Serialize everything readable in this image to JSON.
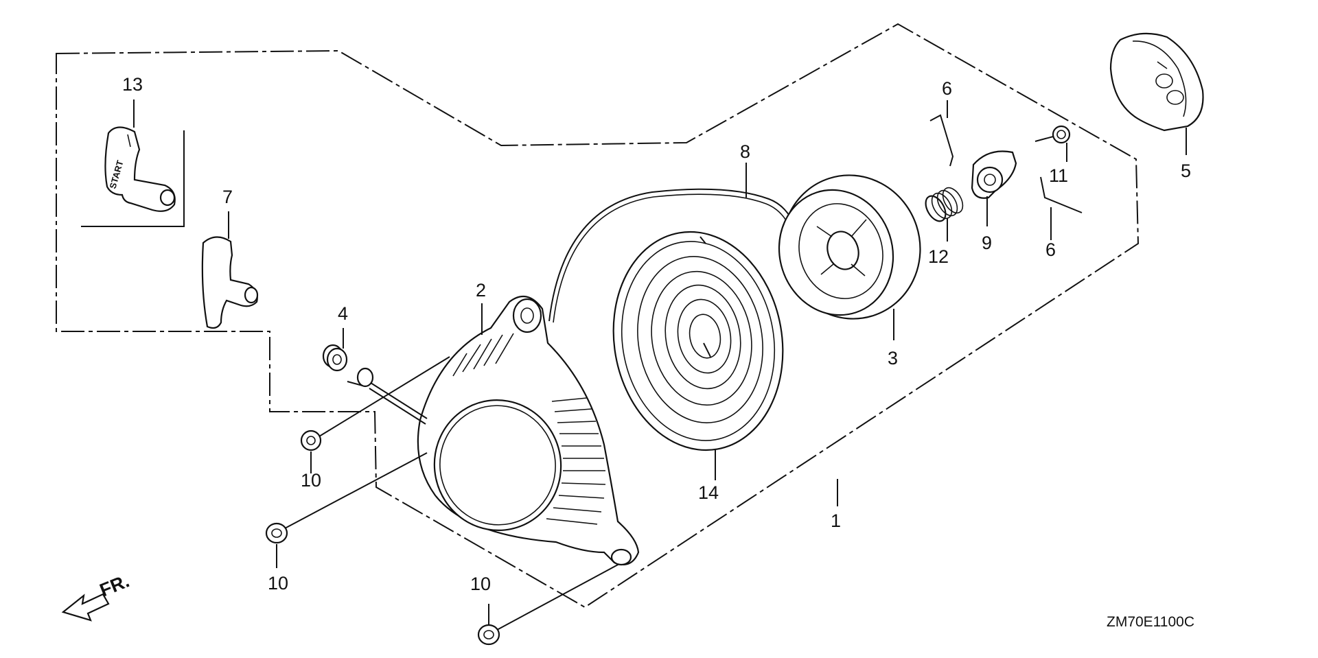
{
  "diagram": {
    "part_labels": {
      "p1": "1",
      "p2": "2",
      "p3": "3",
      "p4": "4",
      "p5": "5",
      "p6a": "6",
      "p6b": "6",
      "p7": "7",
      "p8": "8",
      "p9": "9",
      "p10a": "10",
      "p10b": "10",
      "p10c": "10",
      "p11": "11",
      "p12": "12",
      "p13": "13",
      "p14": "14"
    },
    "handle_text": "START",
    "front_marker": "FR.",
    "figure_code": "ZM70E1100C"
  }
}
